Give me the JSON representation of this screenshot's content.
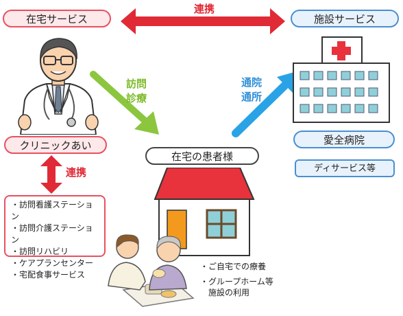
{
  "header": {
    "home_service": "在宅サービス",
    "facility_service": "施設サービス",
    "top_link": "連携"
  },
  "clinic": {
    "name": "クリニックあい",
    "link_label": "連携",
    "services": [
      "訪問看護ステーション",
      "訪問介護ステーション",
      "訪問リハビリ",
      "ケアプランセンター",
      "宅配食事サービス"
    ]
  },
  "arrows": {
    "visit_line1": "訪問",
    "visit_line2": "診療",
    "commute_line1": "通院",
    "commute_line2": "通所"
  },
  "patient": {
    "title": "在宅の患者様",
    "notes": [
      "ご自宅での療養",
      "グループホーム等",
      "施設の利用"
    ]
  },
  "hospital": {
    "name": "愛全病院",
    "sub": "ディサービス等"
  },
  "colors": {
    "red": "#e02a36",
    "green": "#8cc63f",
    "blue": "#29a3e6",
    "roof": "#e8323c",
    "door": "#f39a1e"
  }
}
